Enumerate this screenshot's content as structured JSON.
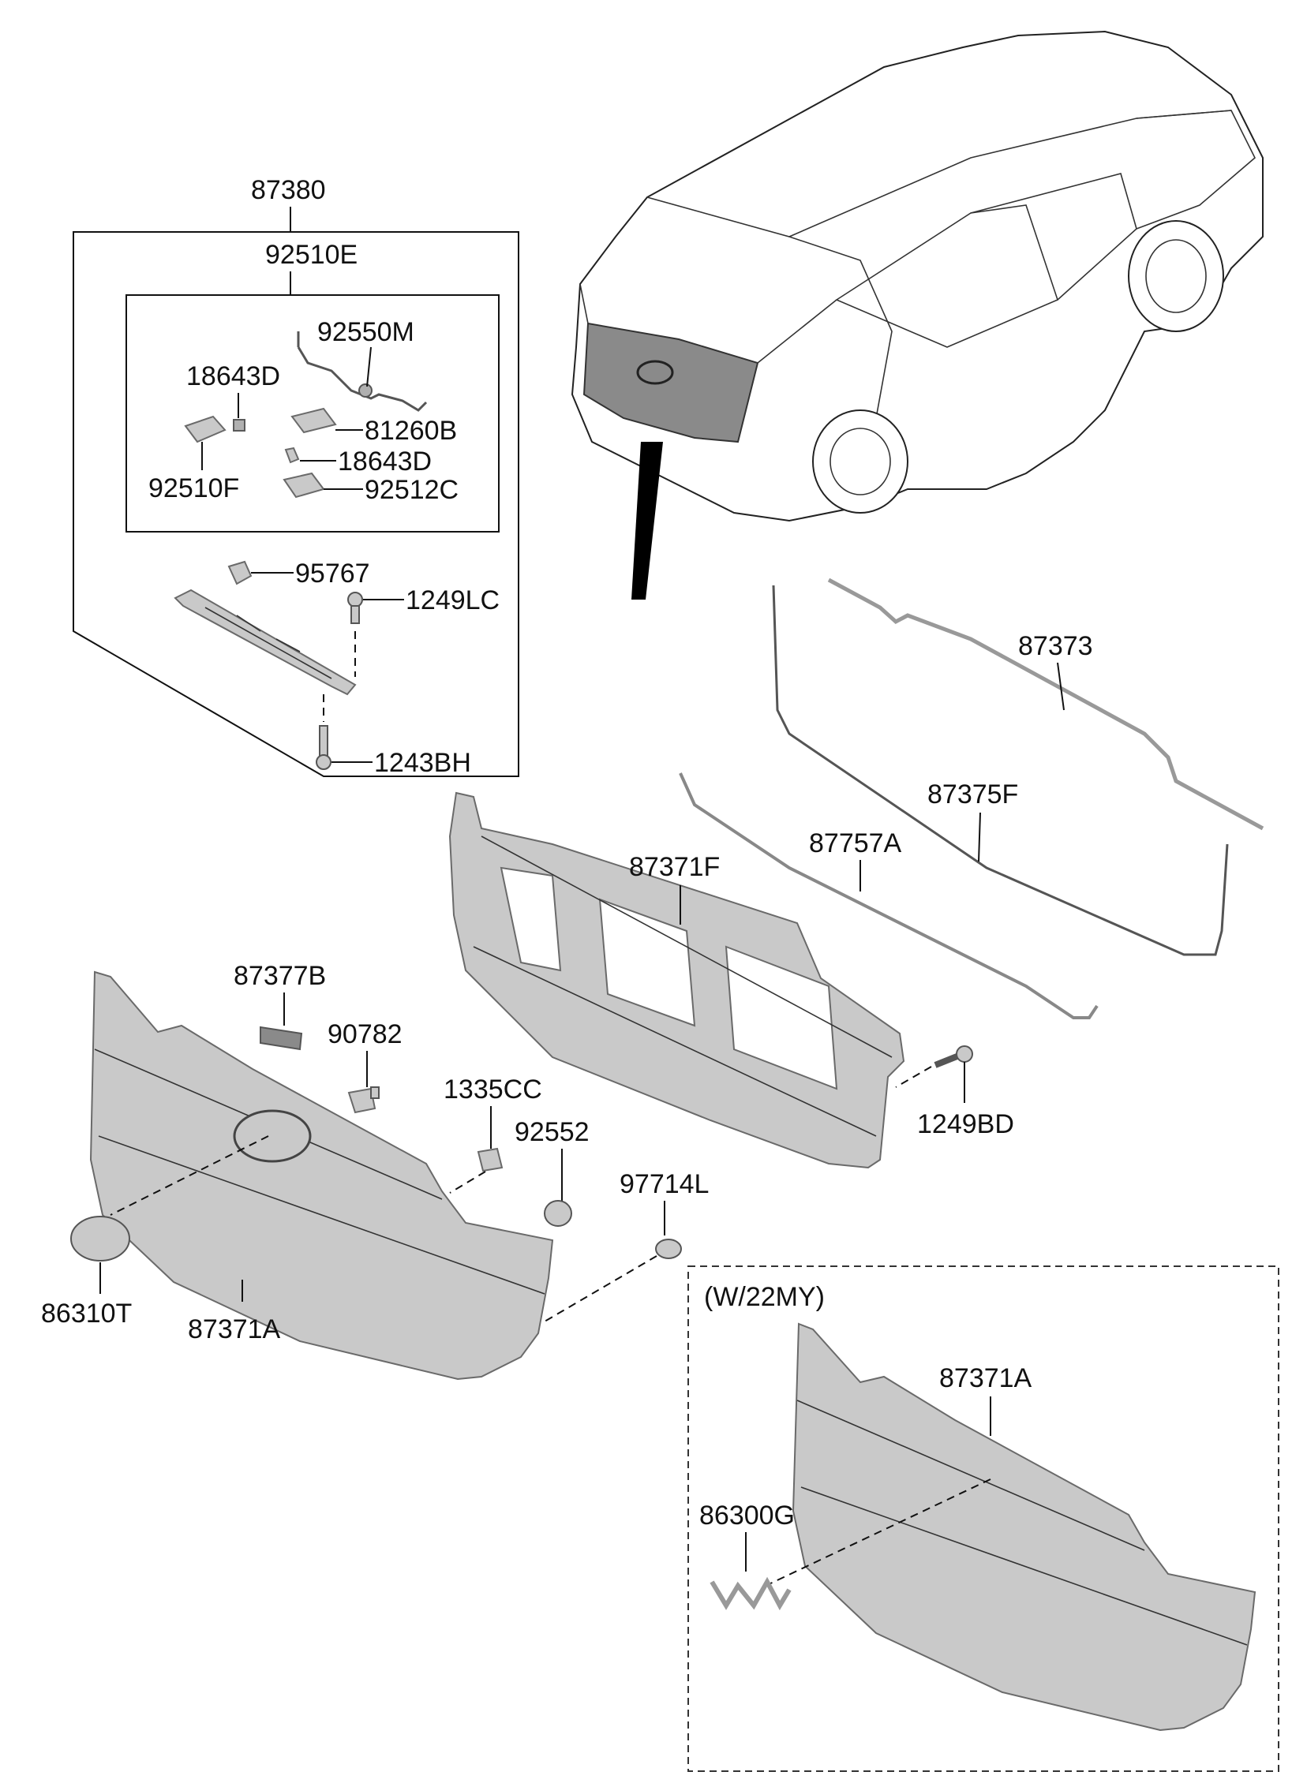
{
  "labels": {
    "assembly_87380": "87380",
    "lamp_assy": "92510E",
    "wiring": "92550M",
    "bulb_a": "18643D",
    "lens_81260B": "81260B",
    "bulb_b": "18643D",
    "housing_92510F": "92510F",
    "housing_92512C": "92512C",
    "camera_95767": "95767",
    "screw_1249LC": "1249LC",
    "screw_1243BH": "1243BH",
    "strip_87373": "87373",
    "strip_87375F": "87375F",
    "strip_87757A": "87757A",
    "bracket_87371F": "87371F",
    "label_87377B": "87377B",
    "clip_90782": "90782",
    "nut_1335CC": "1335CC",
    "switch_92552": "92552",
    "grommet_97714L": "97714L",
    "screw_1249BD": "1249BD",
    "emblem_86310T": "86310T",
    "garnish_87371A": "87371A",
    "variant_title": "(W/22MY)",
    "variant_garnish_87371A": "87371A",
    "emblem_86300G": "86300G"
  },
  "colors": {
    "line": "#111111",
    "part_fill": "#c9c9c9",
    "part_edge": "#6a6a6a",
    "vehicle_highlight": "#8a8a8a"
  }
}
